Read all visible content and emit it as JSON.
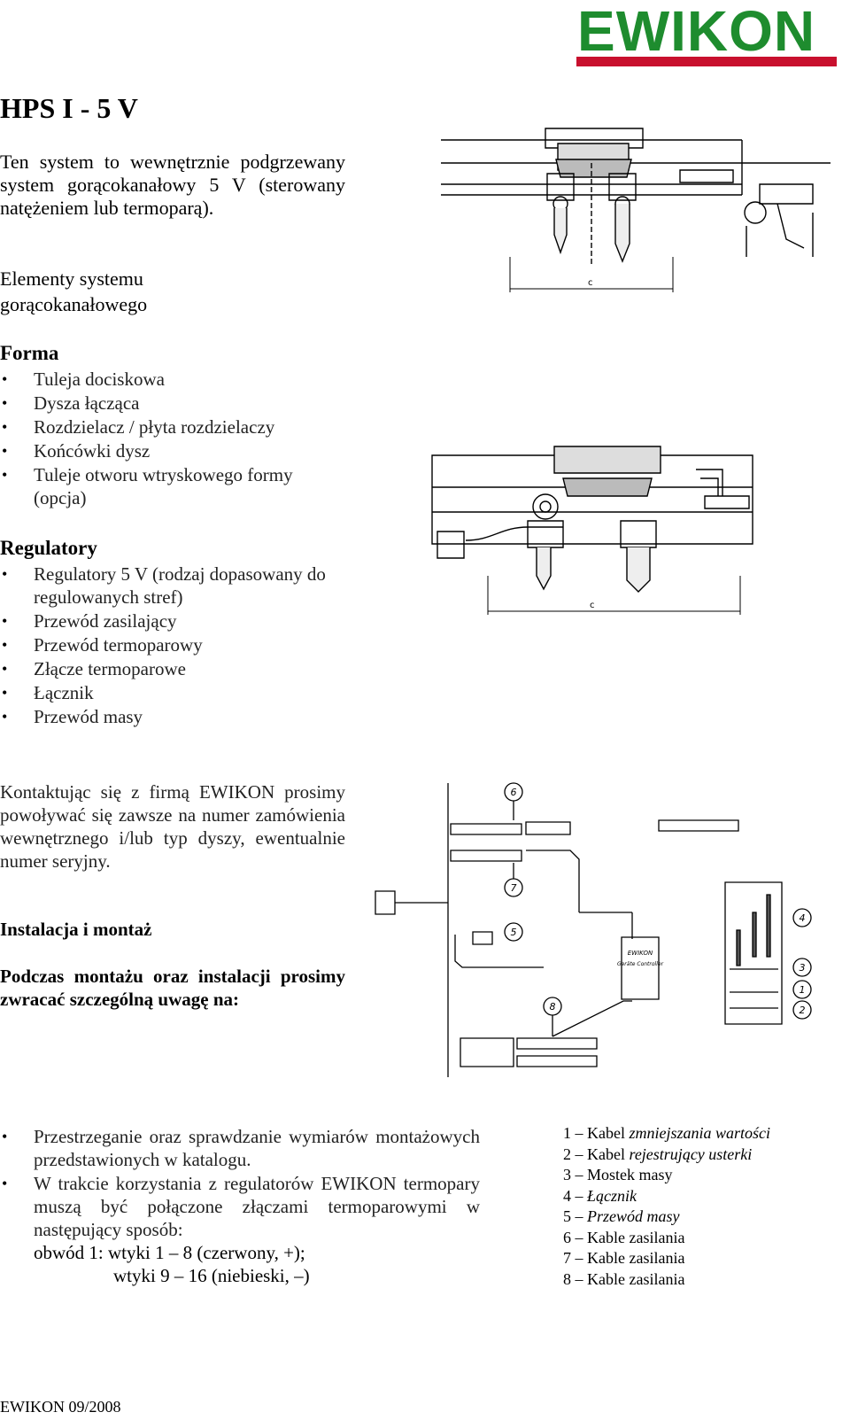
{
  "logo": {
    "text": "EWIKON",
    "color": "#1e8c2e",
    "bar_color": "#c8102e"
  },
  "title": "HPS I - 5 V",
  "intro": "Ten system to wewnętrznie podgrzewany system gorącokanałowy 5 V (sterowany natężeniem lub termoparą).",
  "elements_heading": "Elementy systemu gorącokanałowego",
  "forma": {
    "heading": "Forma",
    "items": [
      "Tuleja dociskowa",
      "Dysza łącząca",
      "Rozdzielacz / płyta rozdzielaczy",
      "Końcówki dysz",
      "Tuleje otworu wtryskowego formy (opcja)"
    ]
  },
  "regulatory": {
    "heading": "Regulatory",
    "items": [
      "Regulatory 5 V (rodzaj dopasowany do regulowanych stref)",
      "Przewód zasilający",
      "Przewód termoparowy",
      "Złącze termoparowe",
      "Łącznik",
      "Przewód masy"
    ]
  },
  "contact": "Kontaktując się z firmą EWIKON prosimy powoływać się zawsze na numer zamówienia wewnętrznego i/lub typ dyszy, ewentualnie numer seryjny.",
  "install_heading": "Instalacja i montaż",
  "install_note": "Podczas montażu oraz instalacji prosimy zwracać szczególną uwagę na:",
  "bottom_items": [
    "Przestrzeganie oraz sprawdzanie wymiarów montażowych przedstawionych w katalogu.",
    "W trakcie korzystania z regulatorów EWIKON termopary muszą być połączone złączami termoparowymi w następujący sposób:"
  ],
  "circuit_line1": "obwód 1: wtyki 1 – 8 (czerwony, +);",
  "circuit_line2": "wtyki 9 – 16 (niebieski, –)",
  "legend": [
    {
      "num": "1 –",
      "text": "Kabel ",
      "italic": "zmniejszania wartości"
    },
    {
      "num": "2 –",
      "text": "Kabel ",
      "italic": "rejestrujący usterki"
    },
    {
      "num": "3 –",
      "text": "Mostek masy",
      "italic": ""
    },
    {
      "num": "4 –",
      "text": "",
      "italic": "Łącznik"
    },
    {
      "num": "5 –",
      "text": "",
      "italic": "Przewód masy"
    },
    {
      "num": "6 –",
      "text": "Kable zasilania",
      "italic": ""
    },
    {
      "num": "7 –",
      "text": "Kable zasilania",
      "italic": ""
    },
    {
      "num": "8 –",
      "text": "Kable zasilania",
      "italic": ""
    }
  ],
  "drawings": {
    "dimension_label": "c",
    "controller_label_1": "EWIKON",
    "controller_label_2": "Geräte Controller",
    "callouts": [
      "1",
      "2",
      "3",
      "4",
      "5",
      "6",
      "7",
      "8"
    ]
  },
  "footer": "EWIKON 09/2008"
}
